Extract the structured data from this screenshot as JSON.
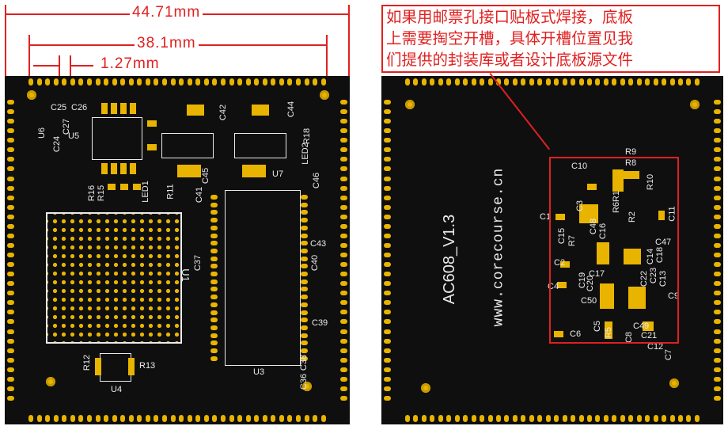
{
  "dimensions": {
    "outer": "44.71mm",
    "inner": "38.1mm",
    "pitch": "1.27mm"
  },
  "note": {
    "lines": [
      "如果用邮票孔接口贴板式焊接，底板",
      "上需要掏空开槽，具体开槽位置见我",
      "们提供的封装库或者设计底板源文件"
    ]
  },
  "left_board": {
    "labels": {
      "c25": "C25",
      "c26": "C26",
      "u6": "U6",
      "c24": "C24",
      "c27": "C27",
      "u5": "U5",
      "c42": "C42",
      "c44": "C44",
      "r18": "R18",
      "led2": "LED2",
      "c45": "C45",
      "u7": "U7",
      "r16": "R16",
      "r15": "R15",
      "led1": "LED1",
      "r11": "R11",
      "c41": "C41",
      "c46": "C46",
      "c43": "C43",
      "u1": "U1",
      "c37": "C37",
      "c40": "C40",
      "c39": "C39",
      "r12": "R12",
      "r13": "R13",
      "u4": "U4",
      "u3": "U3",
      "c36": "C36",
      "c38": "C38"
    }
  },
  "right_board": {
    "labels": {
      "board_name": "AC608_V1.3",
      "url": "www.corecourse.cn",
      "r9": "R9",
      "r8": "R8",
      "c10": "C10",
      "r10": "R10",
      "r6": "R6",
      "r1": "R1",
      "r2": "R2",
      "c3": "C3",
      "c1": "C1",
      "c11": "C11",
      "c15": "C15",
      "r7": "R7",
      "c48": "C48",
      "c16": "C16",
      "c47": "C47",
      "c2": "C2",
      "c14": "C14",
      "c18": "C18",
      "c17": "C17",
      "c19": "C19",
      "c20": "C20",
      "c22": "C22",
      "c23": "C23",
      "c13": "C13",
      "c4": "C4",
      "c50": "C50",
      "c9": "C9",
      "c5": "C5",
      "r5": "R5",
      "c49": "C49",
      "c8": "C8",
      "c21": "C21",
      "c6": "C6",
      "c12": "C12",
      "c7": "C7"
    }
  }
}
